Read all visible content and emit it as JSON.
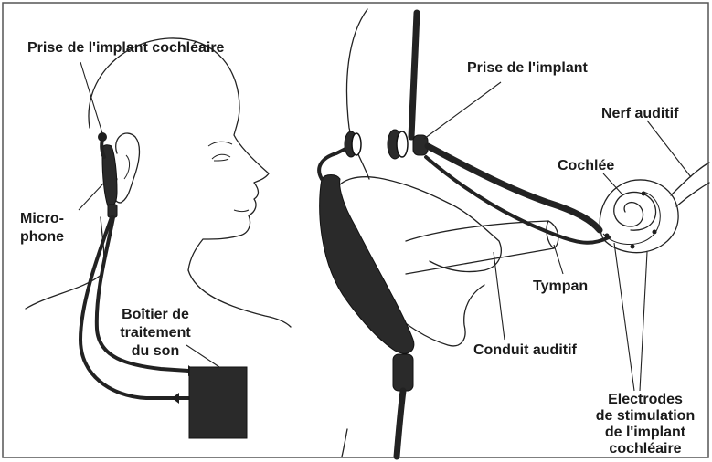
{
  "labels": {
    "implant_plug": "Prise de l'implant cochléaire",
    "microphone_line1": "Micro-",
    "microphone_line2": "phone",
    "processor_line1": "Boîtier de",
    "processor_line2": "traitement",
    "processor_line3": "du son",
    "plug_right": "Prise de l'implant",
    "auditory_nerve": "Nerf auditif",
    "cochlea": "Cochlée",
    "eardrum": "Tympan",
    "ear_canal": "Conduit auditif",
    "electrodes_line1": "Electrodes",
    "electrodes_line2": "de stimulation",
    "electrodes_line3": "de l'implant",
    "electrodes_line4": "cochléaire"
  }
}
